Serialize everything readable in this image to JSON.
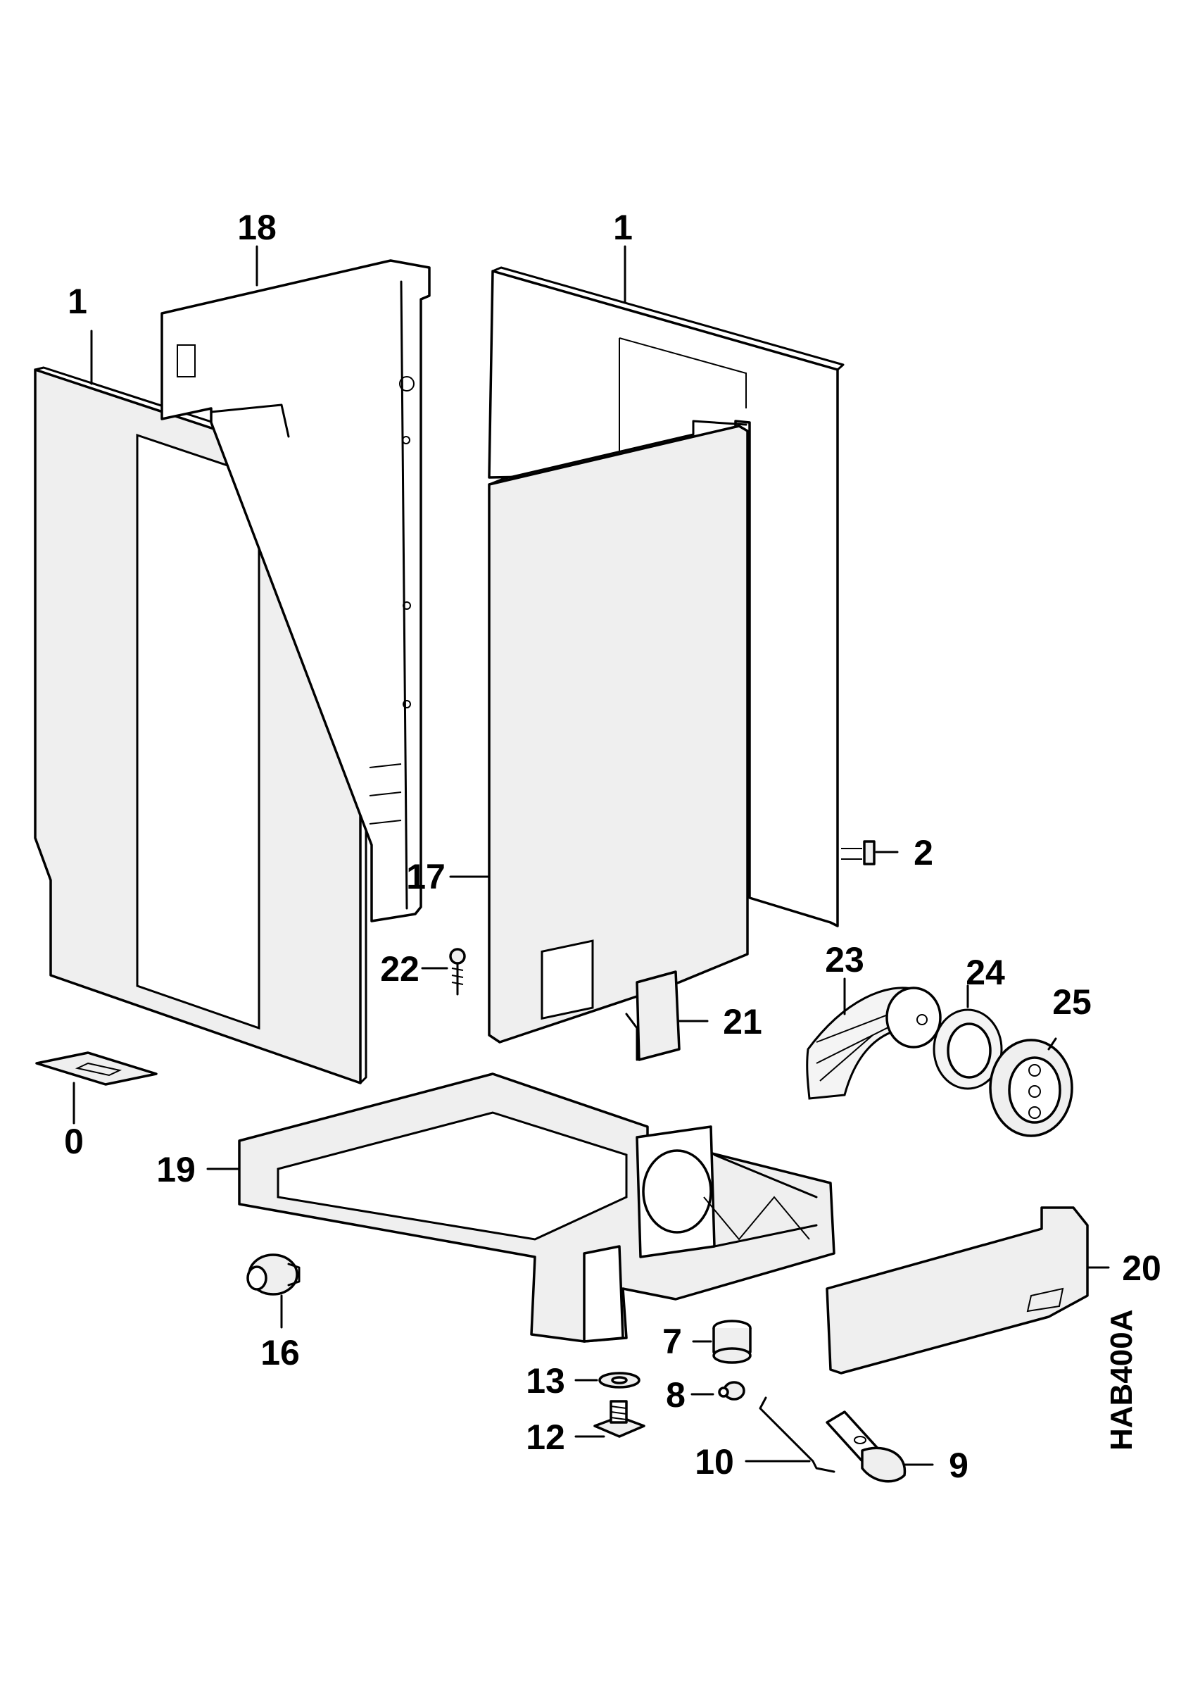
{
  "diagram_code": "HAB400A",
  "callouts": [
    {
      "id": "c1a",
      "text": "1"
    },
    {
      "id": "c18",
      "text": "18"
    },
    {
      "id": "c1b",
      "text": "1"
    },
    {
      "id": "c2",
      "text": "2"
    },
    {
      "id": "c17",
      "text": "17"
    },
    {
      "id": "c22",
      "text": "22"
    },
    {
      "id": "c21",
      "text": "21"
    },
    {
      "id": "c23",
      "text": "23"
    },
    {
      "id": "c24",
      "text": "24"
    },
    {
      "id": "c25",
      "text": "25"
    },
    {
      "id": "c0",
      "text": "0"
    },
    {
      "id": "c19",
      "text": "19"
    },
    {
      "id": "c20",
      "text": "20"
    },
    {
      "id": "c16",
      "text": "16"
    },
    {
      "id": "c7",
      "text": "7"
    },
    {
      "id": "c13",
      "text": "13"
    },
    {
      "id": "c8",
      "text": "8"
    },
    {
      "id": "c12",
      "text": "12"
    },
    {
      "id": "c10",
      "text": "10"
    },
    {
      "id": "c9",
      "text": "9"
    }
  ]
}
